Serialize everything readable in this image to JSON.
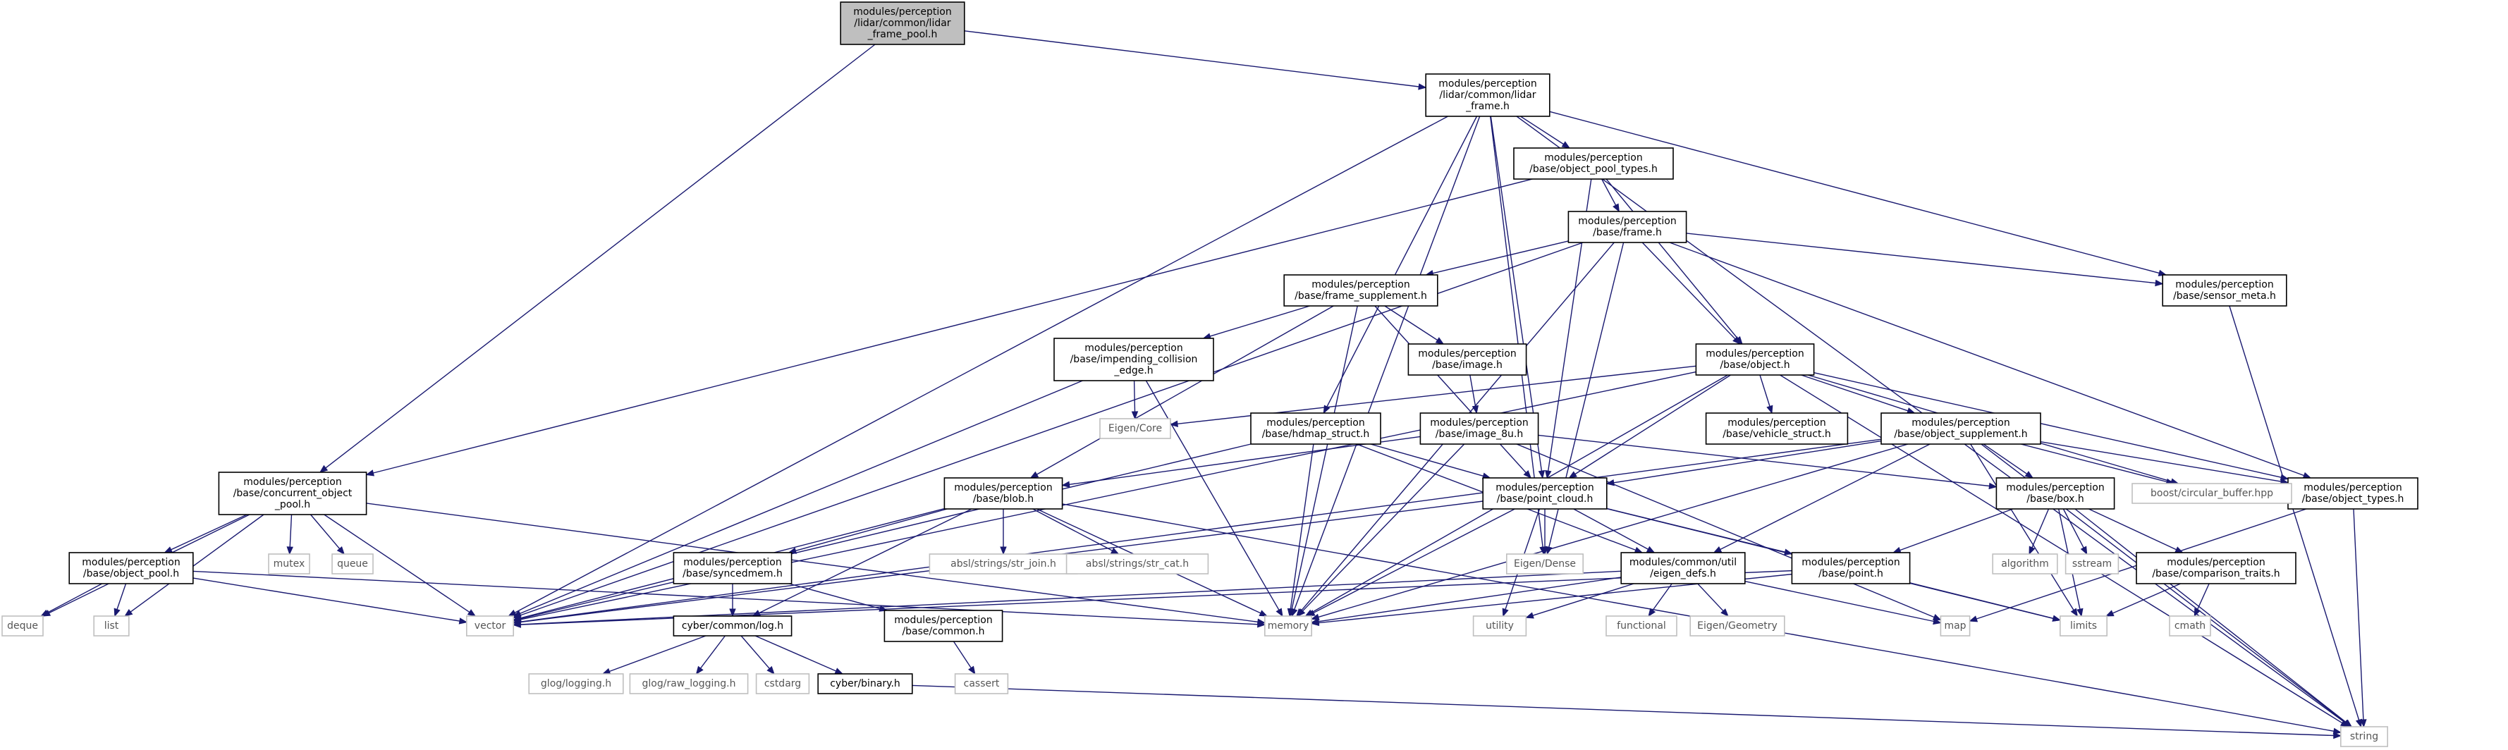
{
  "nodes": [
    {
      "id": "root",
      "lines": [
        "modules/perception",
        "/lidar/common/lidar",
        "_frame_pool.h"
      ],
      "kind": "root"
    },
    {
      "id": "lidar_frame",
      "lines": [
        "modules/perception",
        "/lidar/common/lidar",
        "_frame.h"
      ],
      "kind": "proj"
    },
    {
      "id": "concurrent_pool",
      "lines": [
        "modules/perception",
        "/base/concurrent_object",
        "_pool.h"
      ],
      "kind": "proj"
    },
    {
      "id": "object_pool_types",
      "lines": [
        "modules/perception",
        "/base/object_pool_types.h"
      ],
      "kind": "proj"
    },
    {
      "id": "frame",
      "lines": [
        "modules/perception",
        "/base/frame.h"
      ],
      "kind": "proj"
    },
    {
      "id": "sensor_meta",
      "lines": [
        "modules/perception",
        "/base/sensor_meta.h"
      ],
      "kind": "proj"
    },
    {
      "id": "frame_supplement",
      "lines": [
        "modules/perception",
        "/base/frame_supplement.h"
      ],
      "kind": "proj"
    },
    {
      "id": "impending",
      "lines": [
        "modules/perception",
        "/base/impending_collision",
        "_edge.h"
      ],
      "kind": "proj"
    },
    {
      "id": "image",
      "lines": [
        "modules/perception",
        "/base/image.h"
      ],
      "kind": "proj"
    },
    {
      "id": "object",
      "lines": [
        "modules/perception",
        "/base/object.h"
      ],
      "kind": "proj"
    },
    {
      "id": "hdmap_struct",
      "lines": [
        "modules/perception",
        "/base/hdmap_struct.h"
      ],
      "kind": "proj"
    },
    {
      "id": "image_8u",
      "lines": [
        "modules/perception",
        "/base/image_8u.h"
      ],
      "kind": "proj"
    },
    {
      "id": "vehicle_struct",
      "lines": [
        "modules/perception",
        "/base/vehicle_struct.h"
      ],
      "kind": "proj"
    },
    {
      "id": "object_supplement",
      "lines": [
        "modules/perception",
        "/base/object_supplement.h"
      ],
      "kind": "proj"
    },
    {
      "id": "object_types",
      "lines": [
        "modules/perception",
        "/base/object_types.h"
      ],
      "kind": "proj"
    },
    {
      "id": "blob",
      "lines": [
        "modules/perception",
        "/base/blob.h"
      ],
      "kind": "proj"
    },
    {
      "id": "point_cloud",
      "lines": [
        "modules/perception",
        "/base/point_cloud.h"
      ],
      "kind": "proj"
    },
    {
      "id": "box",
      "lines": [
        "modules/perception",
        "/base/box.h"
      ],
      "kind": "proj"
    },
    {
      "id": "object_pool",
      "lines": [
        "modules/perception",
        "/base/object_pool.h"
      ],
      "kind": "proj"
    },
    {
      "id": "syncedmem",
      "lines": [
        "modules/perception",
        "/base/syncedmem.h"
      ],
      "kind": "proj"
    },
    {
      "id": "eigen_defs",
      "lines": [
        "modules/common/util",
        "/eigen_defs.h"
      ],
      "kind": "proj"
    },
    {
      "id": "point",
      "lines": [
        "modules/perception",
        "/base/point.h"
      ],
      "kind": "proj"
    },
    {
      "id": "comparison_traits",
      "lines": [
        "modules/perception",
        "/base/comparison_traits.h"
      ],
      "kind": "proj"
    },
    {
      "id": "log",
      "lines": [
        "cyber/common/log.h"
      ],
      "kind": "proj"
    },
    {
      "id": "common",
      "lines": [
        "modules/perception",
        "/base/common.h"
      ],
      "kind": "proj"
    },
    {
      "id": "binary",
      "lines": [
        "cyber/binary.h"
      ],
      "kind": "proj"
    },
    {
      "id": "eigen_core",
      "lines": [
        "Eigen/Core"
      ],
      "kind": "sys"
    },
    {
      "id": "circular_buffer",
      "lines": [
        "boost/circular_buffer.hpp"
      ],
      "kind": "sys"
    },
    {
      "id": "mutex",
      "lines": [
        "mutex"
      ],
      "kind": "sys"
    },
    {
      "id": "queue",
      "lines": [
        "queue"
      ],
      "kind": "sys"
    },
    {
      "id": "str_join",
      "lines": [
        "absl/strings/str_join.h"
      ],
      "kind": "sys"
    },
    {
      "id": "str_cat",
      "lines": [
        "absl/strings/str_cat.h"
      ],
      "kind": "sys"
    },
    {
      "id": "eigen_dense",
      "lines": [
        "Eigen/Dense"
      ],
      "kind": "sys"
    },
    {
      "id": "algorithm",
      "lines": [
        "algorithm"
      ],
      "kind": "sys"
    },
    {
      "id": "sstream",
      "lines": [
        "sstream"
      ],
      "kind": "sys"
    },
    {
      "id": "deque",
      "lines": [
        "deque"
      ],
      "kind": "sys"
    },
    {
      "id": "list",
      "lines": [
        "list"
      ],
      "kind": "sys"
    },
    {
      "id": "vector",
      "lines": [
        "vector"
      ],
      "kind": "sys"
    },
    {
      "id": "memory",
      "lines": [
        "memory"
      ],
      "kind": "sys"
    },
    {
      "id": "utility",
      "lines": [
        "utility"
      ],
      "kind": "sys"
    },
    {
      "id": "functional",
      "lines": [
        "functional"
      ],
      "kind": "sys"
    },
    {
      "id": "eigen_geometry",
      "lines": [
        "Eigen/Geometry"
      ],
      "kind": "sys"
    },
    {
      "id": "map",
      "lines": [
        "map"
      ],
      "kind": "sys"
    },
    {
      "id": "limits",
      "lines": [
        "limits"
      ],
      "kind": "sys"
    },
    {
      "id": "cmath",
      "lines": [
        "cmath"
      ],
      "kind": "sys"
    },
    {
      "id": "glog_logging",
      "lines": [
        "glog/logging.h"
      ],
      "kind": "sys"
    },
    {
      "id": "glog_raw",
      "lines": [
        "glog/raw_logging.h"
      ],
      "kind": "sys"
    },
    {
      "id": "cstdarg",
      "lines": [
        "cstdarg"
      ],
      "kind": "sys"
    },
    {
      "id": "cassert",
      "lines": [
        "cassert"
      ],
      "kind": "sys"
    },
    {
      "id": "string",
      "lines": [
        "string"
      ],
      "kind": "sys"
    }
  ],
  "edges": [
    [
      "root",
      "lidar_frame"
    ],
    [
      "root",
      "concurrent_pool"
    ],
    [
      "lidar_frame",
      "object_pool_types"
    ],
    [
      "lidar_frame",
      "sensor_meta"
    ],
    [
      "lidar_frame",
      "hdmap_struct"
    ],
    [
      "lidar_frame",
      "point_cloud"
    ],
    [
      "lidar_frame",
      "memory"
    ],
    [
      "lidar_frame",
      "vector"
    ],
    [
      "lidar_frame",
      "eigen_dense"
    ],
    [
      "lidar_frame",
      "string"
    ],
    [
      "object_pool_types",
      "concurrent_pool"
    ],
    [
      "object_pool_types",
      "frame"
    ],
    [
      "object_pool_types",
      "object"
    ],
    [
      "object_pool_types",
      "point_cloud"
    ],
    [
      "frame",
      "frame_supplement"
    ],
    [
      "frame",
      "object"
    ],
    [
      "frame",
      "sensor_meta"
    ],
    [
      "frame",
      "object_types"
    ],
    [
      "frame",
      "eigen_dense"
    ],
    [
      "frame",
      "memory"
    ],
    [
      "frame",
      "vector"
    ],
    [
      "sensor_meta",
      "string"
    ],
    [
      "frame_supplement",
      "impending"
    ],
    [
      "frame_supplement",
      "image"
    ],
    [
      "frame_supplement",
      "blob"
    ],
    [
      "frame_supplement",
      "point_cloud"
    ],
    [
      "frame_supplement",
      "memory"
    ],
    [
      "impending",
      "eigen_core"
    ],
    [
      "impending",
      "memory"
    ],
    [
      "impending",
      "vector"
    ],
    [
      "image",
      "image_8u"
    ],
    [
      "image_8u",
      "blob"
    ],
    [
      "image_8u",
      "box"
    ],
    [
      "image_8u",
      "memory"
    ],
    [
      "image_8u",
      "map"
    ],
    [
      "object",
      "eigen_core"
    ],
    [
      "object",
      "vehicle_struct"
    ],
    [
      "object",
      "object_supplement"
    ],
    [
      "object",
      "object_types"
    ],
    [
      "object",
      "point_cloud"
    ],
    [
      "object",
      "circular_buffer"
    ],
    [
      "object",
      "string"
    ],
    [
      "object",
      "vector"
    ],
    [
      "object",
      "memory"
    ],
    [
      "hdmap_struct",
      "point_cloud"
    ],
    [
      "hdmap_struct",
      "eigen_defs"
    ],
    [
      "hdmap_struct",
      "memory"
    ],
    [
      "hdmap_struct",
      "vector"
    ],
    [
      "object_supplement",
      "point_cloud"
    ],
    [
      "object_supplement",
      "box"
    ],
    [
      "object_supplement",
      "object_types"
    ],
    [
      "object_supplement",
      "circular_buffer"
    ],
    [
      "object_supplement",
      "eigen_defs"
    ],
    [
      "object_supplement",
      "limits"
    ],
    [
      "object_supplement",
      "string"
    ],
    [
      "object_supplement",
      "memory"
    ],
    [
      "object_supplement",
      "vector"
    ],
    [
      "object_types",
      "map"
    ],
    [
      "object_types",
      "string"
    ],
    [
      "blob",
      "syncedmem"
    ],
    [
      "blob",
      "log"
    ],
    [
      "blob",
      "str_join"
    ],
    [
      "blob",
      "str_cat"
    ],
    [
      "blob",
      "vector"
    ],
    [
      "blob",
      "memory"
    ],
    [
      "blob",
      "string"
    ],
    [
      "point_cloud",
      "point"
    ],
    [
      "point_cloud",
      "eigen_defs"
    ],
    [
      "point_cloud",
      "eigen_dense"
    ],
    [
      "point_cloud",
      "utility"
    ],
    [
      "point_cloud",
      "memory"
    ],
    [
      "point_cloud",
      "vector"
    ],
    [
      "point_cloud",
      "limits"
    ],
    [
      "box",
      "point"
    ],
    [
      "box",
      "comparison_traits"
    ],
    [
      "box",
      "algorithm"
    ],
    [
      "box",
      "sstream"
    ],
    [
      "box",
      "string"
    ],
    [
      "box",
      "limits"
    ],
    [
      "concurrent_pool",
      "object_pool"
    ],
    [
      "concurrent_pool",
      "mutex"
    ],
    [
      "concurrent_pool",
      "queue"
    ],
    [
      "concurrent_pool",
      "deque"
    ],
    [
      "concurrent_pool",
      "list"
    ],
    [
      "concurrent_pool",
      "vector"
    ],
    [
      "concurrent_pool",
      "memory"
    ],
    [
      "object_pool",
      "deque"
    ],
    [
      "object_pool",
      "list"
    ],
    [
      "object_pool",
      "vector"
    ],
    [
      "object_pool",
      "memory"
    ],
    [
      "syncedmem",
      "log"
    ],
    [
      "syncedmem",
      "common"
    ],
    [
      "eigen_defs",
      "functional"
    ],
    [
      "eigen_defs",
      "eigen_geometry"
    ],
    [
      "eigen_defs",
      "map"
    ],
    [
      "eigen_defs",
      "utility"
    ],
    [
      "eigen_defs",
      "vector"
    ],
    [
      "eigen_defs",
      "memory"
    ],
    [
      "point",
      "limits"
    ],
    [
      "point",
      "memory"
    ],
    [
      "point",
      "vector"
    ],
    [
      "comparison_traits",
      "cmath"
    ],
    [
      "comparison_traits",
      "limits"
    ],
    [
      "log",
      "glog_logging"
    ],
    [
      "log",
      "glog_raw"
    ],
    [
      "log",
      "cstdarg"
    ],
    [
      "log",
      "binary"
    ],
    [
      "common",
      "cassert"
    ],
    [
      "binary",
      "string"
    ]
  ]
}
